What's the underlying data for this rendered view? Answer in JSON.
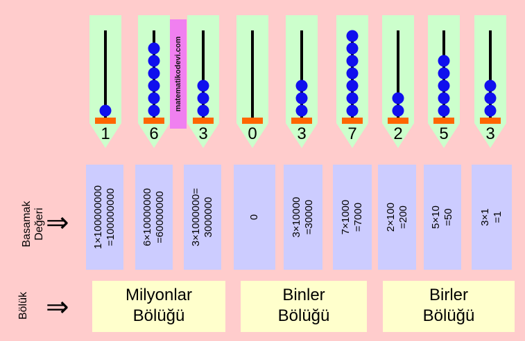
{
  "columns": [
    {
      "digit": "1",
      "beads": 1,
      "value_text": "1×100000000\n=100000000"
    },
    {
      "digit": "6",
      "beads": 6,
      "value_text": "6×10000000\n=60000000"
    },
    {
      "digit": "3",
      "beads": 3,
      "value_text": "3×1000000=\n3000000"
    },
    {
      "digit": "0",
      "beads": 0,
      "value_text": "0"
    },
    {
      "digit": "3",
      "beads": 3,
      "value_text": "3×10000\n=30000"
    },
    {
      "digit": "7",
      "beads": 7,
      "value_text": "7×1000\n=7000"
    },
    {
      "digit": "2",
      "beads": 2,
      "value_text": "2×100\n=200"
    },
    {
      "digit": "5",
      "beads": 5,
      "value_text": "5×10\n=50"
    },
    {
      "digit": "3",
      "beads": 3,
      "value_text": "3×1\n=1"
    }
  ],
  "watermark": "matematikodevi.com",
  "labels": {
    "basamak_degeri": "Basamak\nDeğeri",
    "boluk": "Bölük",
    "arrow": "⇒"
  },
  "groups": [
    {
      "name": "Milyonlar\nBölüğü"
    },
    {
      "name": "Binler\nBölüğü"
    },
    {
      "name": "Birler\nBölüğü"
    }
  ],
  "colors": {
    "background": "#ffcccc",
    "rod_body": "#ccffcc",
    "bead": "#1010ee",
    "base": "#ff6600",
    "value_box": "#ccccff",
    "group_box": "#ffffcc",
    "watermark": "#f080f0"
  }
}
